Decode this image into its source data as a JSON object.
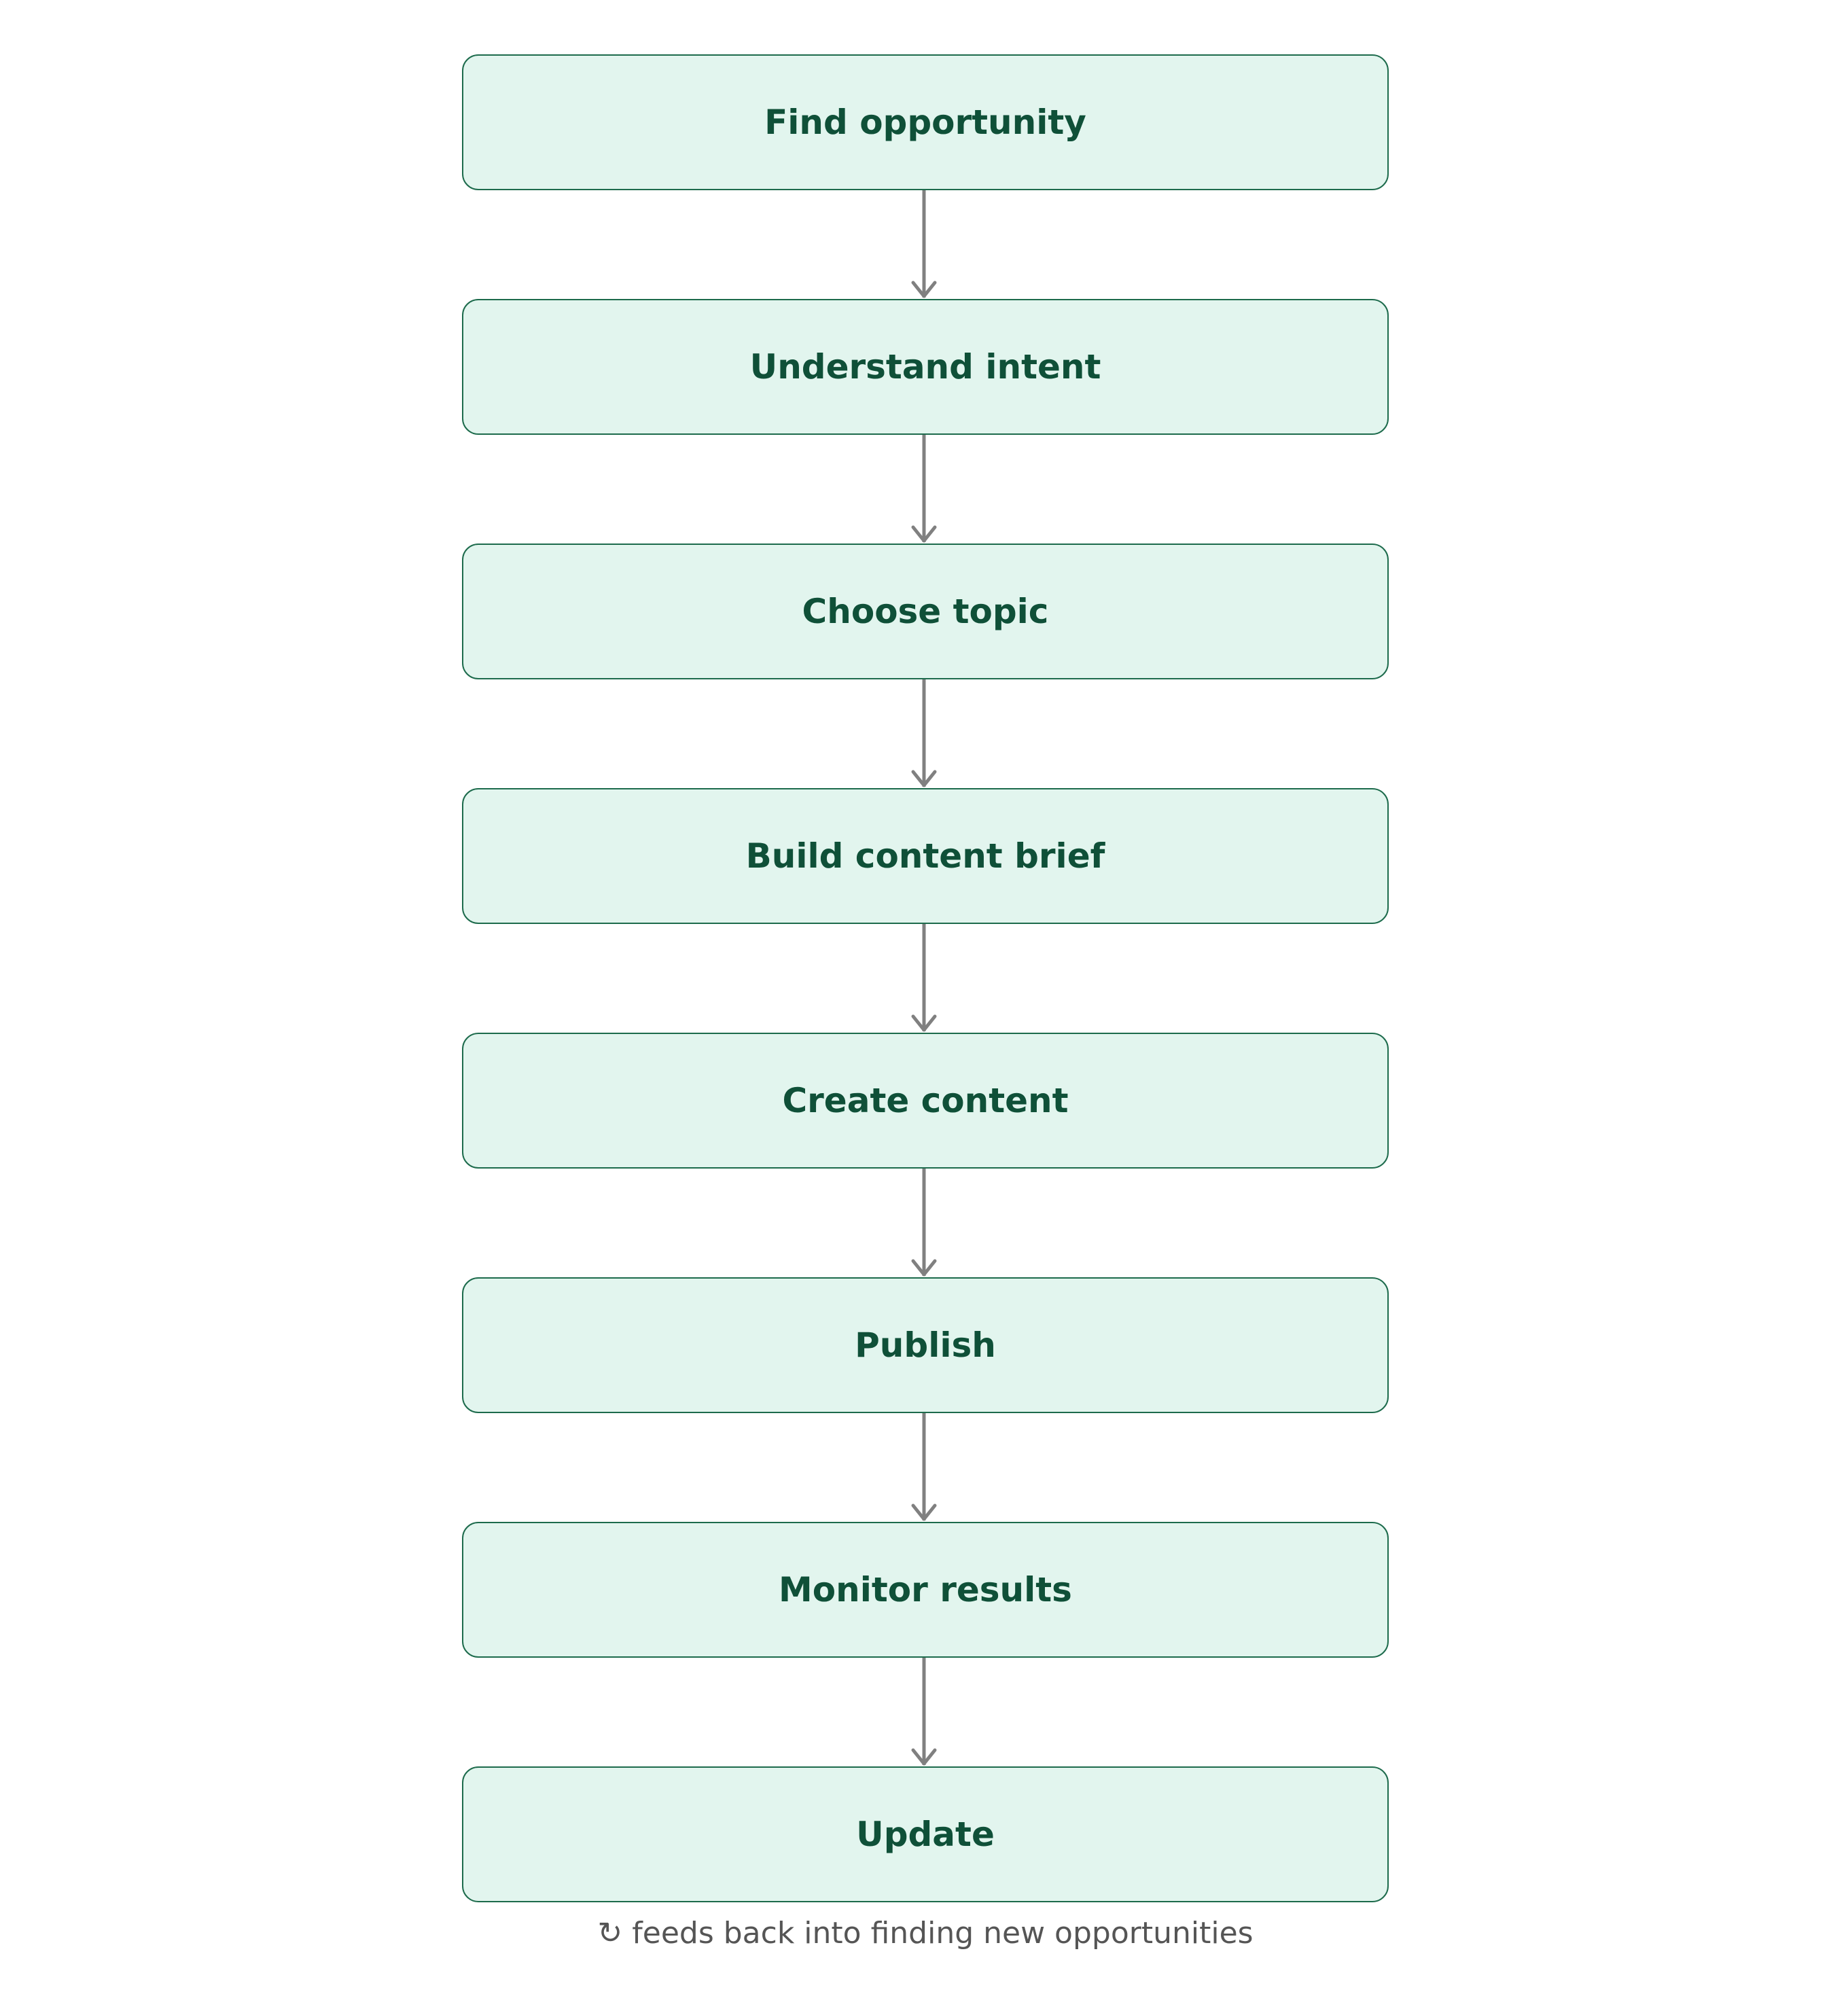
{
  "steps": [
    {
      "label": "Find opportunity"
    },
    {
      "label": "Understand intent"
    },
    {
      "label": "Choose topic"
    },
    {
      "label": "Build content brief"
    },
    {
      "label": "Create content"
    },
    {
      "label": "Publish"
    },
    {
      "label": "Monitor results"
    },
    {
      "label": "Update"
    }
  ],
  "loop_note": {
    "icon": "loop-arrow-icon",
    "glyph": "↻",
    "text": "feeds back into finding new opportunities"
  },
  "colors": {
    "box_fill": "#e2f5ee",
    "box_border": "#1d6b4c",
    "label_text": "#0f5038",
    "connector": "#808080",
    "note_text": "#555555"
  }
}
